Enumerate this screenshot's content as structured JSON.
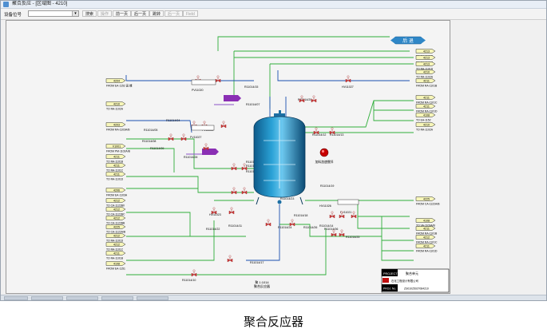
{
  "window": {
    "title": "聚合反应 - [区域图 - 4210]"
  },
  "toolbar": {
    "device_label": "设备位号",
    "search_label": "搜索",
    "btn_prev_op": "操作",
    "btn_prev": "前一页",
    "btn_next": "后一页",
    "btn_jump": "跳转",
    "btn_last": "后一页",
    "btn_field": "Field"
  },
  "diagram": {
    "back_button": "后 退",
    "vessel_label": "加料加速搅拌",
    "stamp_lines": [
      "聚 1:1014",
      "聚合反应器"
    ],
    "left_streams": [
      {
        "tag": "4204",
        "desc": "FROM EA-1152 高 搅"
      },
      {
        "tag": "4210",
        "desc": "TO RA-1102A"
      },
      {
        "tag": "4203",
        "desc": "FROM RA-1103A/B"
      },
      {
        "tag": "V1001",
        "desc": "FROM PM-1102A/B"
      },
      {
        "tag": "4211",
        "desc": "TO RA-1101B"
      },
      {
        "tag": "4211",
        "desc": "TO RA-1101C"
      },
      {
        "tag": "4211",
        "desc": "TO RA-1101D"
      },
      {
        "tag": "4206",
        "desc": "FROM EA-1103A"
      },
      {
        "tag": "4212",
        "desc": "TO CA-1122B0"
      },
      {
        "tag": "4212",
        "desc": "TO CA-1122BC"
      },
      {
        "tag": "4212",
        "desc": "TO CA-1122BB"
      },
      {
        "tag": "4225",
        "desc": "TO CA-1122A/B"
      },
      {
        "tag": "4212",
        "desc": "TO RA-1101D"
      },
      {
        "tag": "4212",
        "desc": "TO RA-1101C"
      },
      {
        "tag": "4211",
        "desc": "TO RA-1101B"
      },
      {
        "tag": "4108",
        "desc": "FROM EA-1151"
      }
    ],
    "right_streams": [
      {
        "tag": "4213",
        "desc": "TO RA-1101B"
      },
      {
        "tag": "4213",
        "desc": "TO RA-1101C"
      },
      {
        "tag": "4213",
        "desc": "TO RA-1101D"
      },
      {
        "tag": "4210",
        "desc": "TO RA-1102A"
      },
      {
        "tag": "4211",
        "desc": "FROM RA-1101B"
      },
      {
        "tag": "4211",
        "desc": "FROM RA-1101C"
      },
      {
        "tag": "4211",
        "desc": "FROM RA-1101D"
      },
      {
        "tag": "4108",
        "desc": "TO EA-1152"
      },
      {
        "tag": "4210",
        "desc": "TO RA-1102A"
      },
      {
        "tag": "4225",
        "desc": "FROM CA-1122A/B"
      },
      {
        "tag": "4108",
        "desc": "TO VA-1103A/B"
      },
      {
        "tag": "4211",
        "desc": "FROM RA-1101B"
      },
      {
        "tag": "4212",
        "desc": "FROM RA-1101C"
      },
      {
        "tag": "4211",
        "desc": "FROM RA-1101D"
      }
    ],
    "line_labels": [
      "R11014/15",
      "R11014/07",
      "R11014/20",
      "HV11027",
      "PV11020",
      "R11014/04",
      "R11014/05",
      "FV11022",
      "FV11027",
      "R11014/08",
      "R11014/09",
      "R11014/28",
      "R11014/13",
      "R11014/12",
      "R11014/01",
      "R11014/03",
      "R11014/02",
      "R11014/19",
      "R11014/23",
      "HV11023",
      "HV11026",
      "FV11021",
      "R11014/24",
      "R11014/25",
      "R11014/22",
      "R11014/11",
      "R11014/17",
      "R11014/10",
      "R11014/18",
      "R11014/26",
      "R11014/14",
      "R11014/06"
    ]
  },
  "title_block": {
    "project_label": "PROJECT",
    "project_value": "聚合单元",
    "company": "石化工程设计有限公司",
    "drawing_label": "PROJ. No.",
    "drawing_no": "ZS01025027084210"
  },
  "caption": "聚合反应器"
}
